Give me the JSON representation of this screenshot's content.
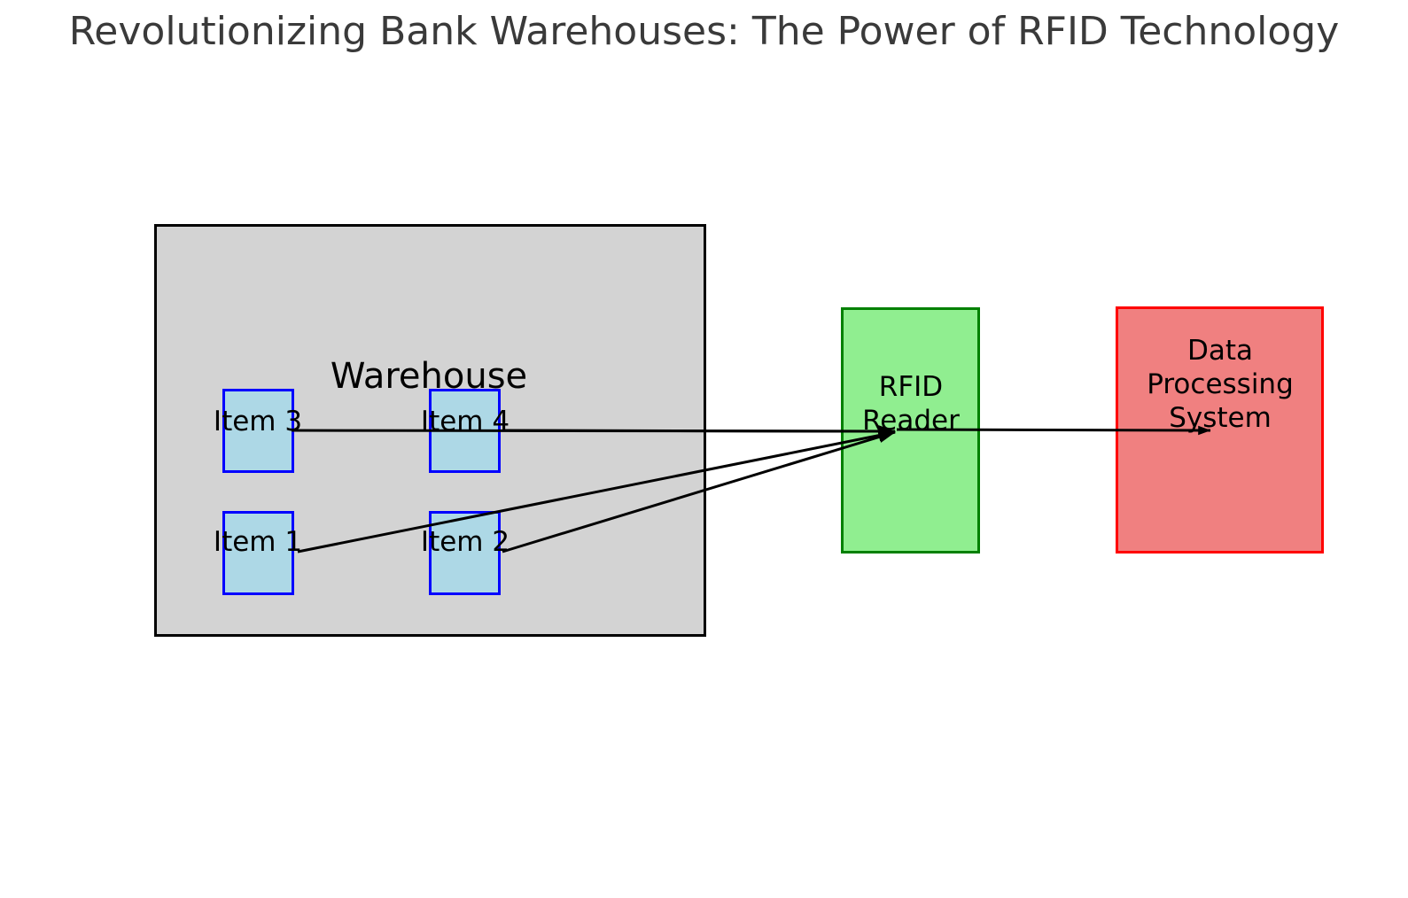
{
  "title": "Revolutionizing Bank Warehouses: The Power of RFID Technology",
  "diagram": {
    "warehouse": {
      "label": "Warehouse",
      "items": [
        {
          "label": "Item 1"
        },
        {
          "label": "Item 2"
        },
        {
          "label": "Item 3"
        },
        {
          "label": "Item 4"
        }
      ]
    },
    "reader": {
      "label": "RFID\nReader"
    },
    "processor": {
      "label": "Data\nProcessing\nSystem"
    },
    "connections": [
      {
        "from": "Item 1",
        "to": "RFID Reader"
      },
      {
        "from": "Item 2",
        "to": "RFID Reader"
      },
      {
        "from": "Item 3",
        "to": "RFID Reader"
      },
      {
        "from": "Item 4",
        "to": "RFID Reader"
      },
      {
        "from": "RFID Reader",
        "to": "Data Processing System"
      }
    ]
  },
  "colors": {
    "background": "#ffffff",
    "title_text": "#3a3a3a",
    "warehouse_fill": "#d3d3d3",
    "warehouse_border": "#000000",
    "item_fill": "#add8e6",
    "item_border": "#0000ff",
    "reader_fill": "#90ee90",
    "reader_border": "#008000",
    "processor_fill": "#f08080",
    "processor_border": "#ff0000",
    "arrow": "#000000"
  }
}
